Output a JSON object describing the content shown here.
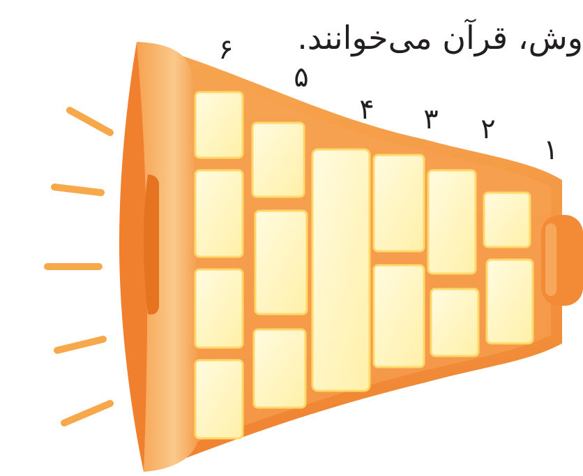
{
  "caption": "وش، قرآن می‌خوانند.",
  "column_numbers": [
    "۱",
    "۲",
    "۳",
    "۴",
    "۵",
    "۶"
  ],
  "colors": {
    "horn_outer": "#f2893a",
    "horn_inner": "#f6a455",
    "horn_mouth": "#f07f2e",
    "rim_light": "#fbc98b",
    "block_fill": "#fff3b8",
    "block_edge": "#ffd86a",
    "sound_lines": "#f7a84a",
    "text": "#231f20"
  }
}
